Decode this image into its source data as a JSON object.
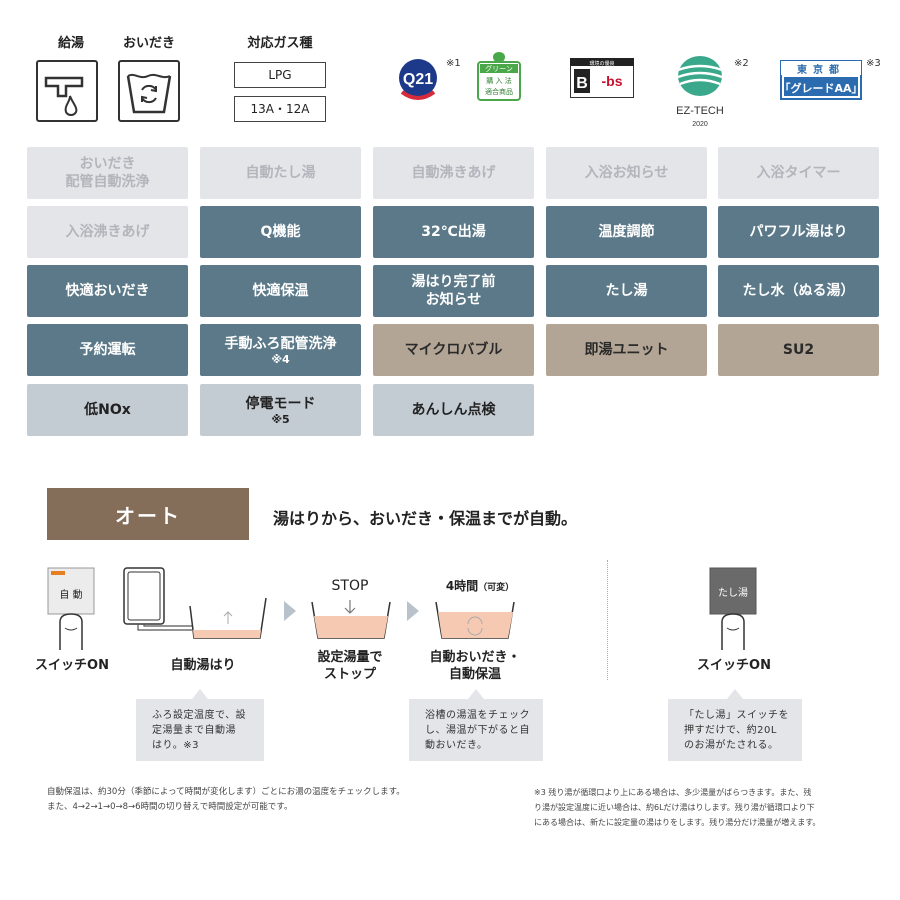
{
  "top": {
    "hot_water_label": "給湯",
    "reheat_label": "おいだき",
    "gas_type_label": "対応ガス種",
    "gas_types": [
      "LPG",
      "13A・12A"
    ]
  },
  "certifications": [
    {
      "name": "Q21",
      "text": "Q21",
      "note": "※1"
    },
    {
      "name": "green-purchase",
      "text": "グリーン購入法適合商品",
      "note": ""
    },
    {
      "name": "b-bs",
      "text": "B-bs",
      "note": ""
    },
    {
      "name": "ez-tech",
      "text": "EZ-TECH",
      "year": "2020",
      "note": "※2"
    },
    {
      "name": "tokyo-aa",
      "top": "東京都",
      "grade": "「グレードAA」",
      "note": "※3"
    }
  ],
  "features": {
    "row1": [
      {
        "lines": [
          "おいだき",
          "配管自動洗浄"
        ],
        "style": "off"
      },
      {
        "lines": [
          "自動たし湯"
        ],
        "style": "off"
      },
      {
        "lines": [
          "自動沸きあげ"
        ],
        "style": "off"
      },
      {
        "lines": [
          "入浴お知らせ"
        ],
        "style": "off"
      },
      {
        "lines": [
          "入浴タイマー"
        ],
        "style": "off"
      }
    ],
    "row2": [
      {
        "lines": [
          "入浴沸きあげ"
        ],
        "style": "off"
      },
      {
        "lines": [
          "Q機能"
        ],
        "style": "blue"
      },
      {
        "lines": [
          "32℃出湯"
        ],
        "style": "blue"
      },
      {
        "lines": [
          "温度調節"
        ],
        "style": "blue"
      },
      {
        "lines": [
          "パワフル湯はり"
        ],
        "style": "blue"
      }
    ],
    "row3": [
      {
        "lines": [
          "快適おいだき"
        ],
        "style": "blue"
      },
      {
        "lines": [
          "快適保温"
        ],
        "style": "blue"
      },
      {
        "lines": [
          "湯はり完了前",
          "お知らせ"
        ],
        "style": "blue"
      },
      {
        "lines": [
          "たし湯"
        ],
        "style": "blue"
      },
      {
        "lines": [
          "たし水（ぬる湯）"
        ],
        "style": "blue"
      }
    ],
    "row4": [
      {
        "lines": [
          "予約運転"
        ],
        "style": "blue"
      },
      {
        "lines": [
          "手動ふろ配管洗浄"
        ],
        "note": "※4",
        "style": "blue"
      },
      {
        "lines": [
          "マイクロバブル"
        ],
        "style": "tan"
      },
      {
        "lines": [
          "即湯ユニット"
        ],
        "style": "tan"
      },
      {
        "lines": [
          "SU2"
        ],
        "style": "tan"
      }
    ],
    "row5": [
      {
        "lines": [
          "低NOx"
        ],
        "style": "gray"
      },
      {
        "lines": [
          "停電モード"
        ],
        "note": "※5",
        "style": "gray"
      },
      {
        "lines": [
          "あんしん点検"
        ],
        "style": "gray"
      }
    ]
  },
  "auto": {
    "badge": "オート",
    "description": "湯はりから、おいだき・保温までが自動。",
    "switch_auto_text": "自 動",
    "switch_on_1": "スイッチON",
    "step1": "自動湯はり",
    "stop_label": "STOP",
    "step2": [
      "設定湯量で",
      "ストップ"
    ],
    "timer_label": "4時間",
    "timer_variable": "（可変）",
    "step3": [
      "自動おいだき・",
      "自動保温"
    ],
    "switch_tashiyu_text": "たし湯",
    "switch_on_2": "スイッチON",
    "callout1": [
      "ふろ設定温度で、設",
      "定湯量まで自動湯",
      "はり。※3"
    ],
    "callout2": [
      "浴槽の湯温をチェック",
      "し、湯温が下がると自",
      "動おいだき。"
    ],
    "callout3": [
      "「たし湯」スイッチを",
      "押すだけで、約20L",
      "のお湯がたされる。"
    ]
  },
  "footnotes": {
    "left": [
      "自動保温は、約30分（季節によって時間が変化します）ごとにお湯の温度をチェックします。",
      "また、4→2→1→0→8→6時間の切り替えで時間設定が可能です。"
    ],
    "right": [
      "※3 残り湯が循環口より上にある場合は、多少湯量がばらつきます。また、残",
      "り湯が設定温度に近い場合は、約6Lだけ湯はりします。残り湯が循環口より下",
      "にある場合は、新たに設定量の湯はりをします。残り湯分だけ湯量が増えます。"
    ]
  },
  "colors": {
    "blue": "#5b7988",
    "tan": "#b2a595",
    "gray": "#c4ccd3",
    "off": "#e3e5e8",
    "badge": "#846d59",
    "water": "#f4c4ae"
  }
}
